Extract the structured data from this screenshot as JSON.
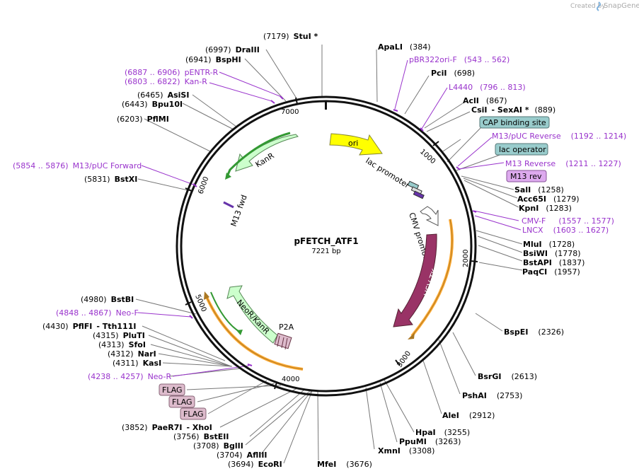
{
  "plasmid": {
    "name": "pFETCH_ATF1",
    "size_label": "7221 bp"
  },
  "credit": {
    "prefix": "Created by",
    "brand": "SnapGene"
  },
  "ticks": {
    "t1000": "1000",
    "t2000": "2000",
    "t3000": "3000",
    "t4000": "4000",
    "t5000": "5000",
    "t6000": "6000",
    "t7000": "7000"
  },
  "features": {
    "ori": "ori",
    "lac_promoter": "lac promoter",
    "cmv_promoter": "CMV promoter",
    "hsv_tk": "HSV TK",
    "kanr": "KanR",
    "m13_fwd": "M13 fwd",
    "neor_kanr": "NeoR/KanR",
    "p2a": "P2A"
  },
  "boxed": {
    "cap_site": "CAP binding site",
    "lac_operator": "lac operator",
    "m13_rev": "M13 rev",
    "flag": "FLAG"
  },
  "colors": {
    "ori": "#ffff00",
    "kanr_fill": "#ccffcc",
    "kanr_arrow": "#339933",
    "hsv": "#993366",
    "orange": "#ffaa33",
    "primer": "#9933cc",
    "cap_box": "#99cccc",
    "m13rev_box": "#ddaaee",
    "flag_box": "#ddbbcc"
  },
  "sites": {
    "stui": {
      "pos": "(7179)",
      "name": "StuI *"
    },
    "apali": {
      "name": "ApaLI",
      "pos": "(384)"
    },
    "pbr": {
      "name": "pBR322ori-F",
      "pos": "(543 .. 562)"
    },
    "pcii": {
      "name": "PciI",
      "pos": "(698)"
    },
    "l4440": {
      "name": "L4440",
      "pos": "(796 .. 813)"
    },
    "acli": {
      "name": "AclI",
      "pos": "(867)"
    },
    "csii": {
      "name": "CsiI",
      "sep": "- SexAI *",
      "pos": "(889)"
    },
    "m13puc_rev": {
      "name": "M13/pUC Reverse",
      "pos": "(1192 .. 1214)"
    },
    "m13_reverse": {
      "name": "M13 Reverse",
      "pos": "(1211 .. 1227)"
    },
    "sali": {
      "name": "SalI",
      "pos": "(1258)"
    },
    "acc65i": {
      "name": "Acc65I",
      "pos": "(1279)"
    },
    "kpni": {
      "name": "KpnI",
      "pos": "(1283)"
    },
    "cmvf": {
      "name": "CMV-F",
      "pos": "(1557 .. 1577)"
    },
    "lncx": {
      "name": "LNCX",
      "pos": "(1603 .. 1627)"
    },
    "mlui": {
      "name": "MluI",
      "pos": "(1728)"
    },
    "bsiwi": {
      "name": "BsiWI",
      "pos": "(1778)"
    },
    "bstapi": {
      "name": "BstAPI",
      "pos": "(1837)"
    },
    "paqci": {
      "name": "PaqCI",
      "pos": "(1957)"
    },
    "bspei": {
      "name": "BspEI",
      "pos": "(2326)"
    },
    "bsrgi": {
      "name": "BsrGI",
      "pos": "(2613)"
    },
    "pshai": {
      "name": "PshAI",
      "pos": "(2753)"
    },
    "alei": {
      "name": "AleI",
      "pos": "(2912)"
    },
    "hpai": {
      "name": "HpaI",
      "pos": "(3255)"
    },
    "ppumi": {
      "name": "PpuMI",
      "pos": "(3263)"
    },
    "xmni": {
      "name": "XmnI",
      "pos": "(3308)"
    },
    "mfei": {
      "name": "MfeI",
      "pos": "(3676)"
    },
    "ecori": {
      "pos": "(3694)",
      "name": "EcoRI"
    },
    "aflIII": {
      "pos": "(3704)",
      "name": "AflIII"
    },
    "bglii": {
      "pos": "(3708)",
      "name": "BglII"
    },
    "bsteii": {
      "pos": "(3756)",
      "name": "BstEII"
    },
    "paer7i": {
      "pos": "(3852)",
      "name": "PaeR7I",
      "sep": "- XhoI"
    },
    "neor": {
      "pos": "(4238 .. 4257)",
      "name": "Neo-R"
    },
    "kasi": {
      "pos": "(4311)",
      "name": "KasI"
    },
    "nari": {
      "pos": "(4312)",
      "name": "NarI"
    },
    "sfoi": {
      "pos": "(4313)",
      "name": "SfoI"
    },
    "pluti": {
      "pos": "(4315)",
      "name": "PluTI"
    },
    "pflfi": {
      "pos": "(4430)",
      "name": "PflFI",
      "sep": "- Tth111I"
    },
    "neof": {
      "pos": "(4848 .. 4867)",
      "name": "Neo-F"
    },
    "bstbi": {
      "pos": "(4980)",
      "name": "BstBI"
    },
    "bstxi": {
      "pos": "(5831)",
      "name": "BstXI"
    },
    "m13puc_fwd": {
      "pos": "(5854 .. 5876)",
      "name": "M13/pUC Forward"
    },
    "pflmi": {
      "pos": "(6203)",
      "name": "PflMI"
    },
    "bpu10i": {
      "pos": "(6443)",
      "name": "Bpu10I"
    },
    "asisi": {
      "pos": "(6465)",
      "name": "AsiSI"
    },
    "kanr_primer": {
      "pos": "(6803 .. 6822)",
      "name": "Kan-R"
    },
    "pentr": {
      "pos": "(6887 .. 6906)",
      "name": "pENTR-R"
    },
    "bsphi": {
      "pos": "(6941)",
      "name": "BspHI"
    },
    "draiii": {
      "pos": "(6997)",
      "name": "DraIII"
    }
  }
}
